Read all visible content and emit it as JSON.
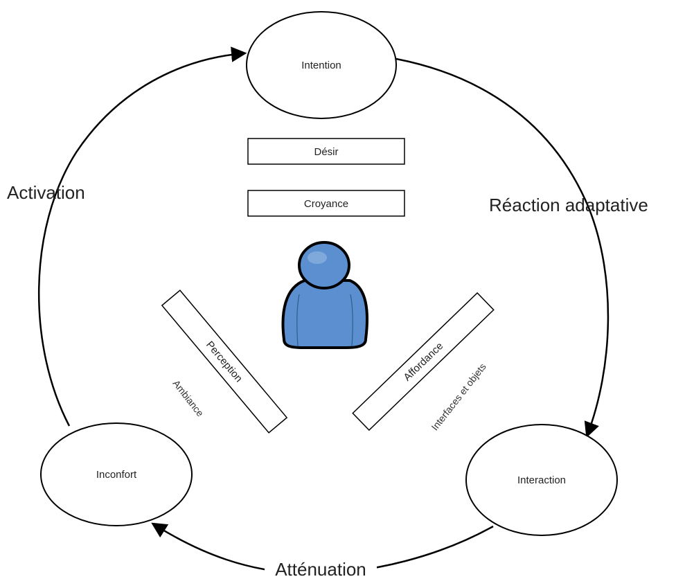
{
  "nodes": {
    "intention": "Intention",
    "inconfort": "Inconfort",
    "interaction": "Interaction"
  },
  "boxes": {
    "desir": "Désir",
    "croyance": "Croyance",
    "perception": "Perception",
    "affordance": "Affordance"
  },
  "edges": {
    "activation": "Activation",
    "reaction": "Réaction adaptative",
    "attenuation": "Atténuation"
  },
  "side_labels": {
    "ambiance": "Ambiance",
    "interfaces": "Interfaces et objets"
  },
  "icons": {
    "person": "user-icon"
  },
  "colors": {
    "person_fill": "#5b8fcf",
    "person_stroke": "#000000"
  }
}
